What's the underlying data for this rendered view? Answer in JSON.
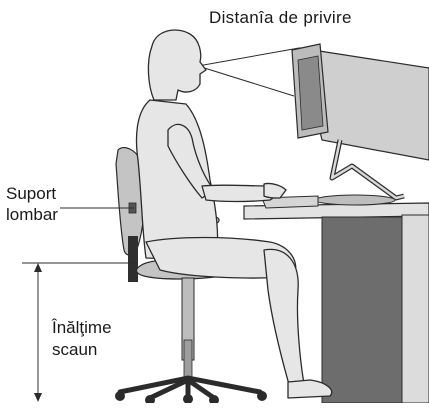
{
  "figure": {
    "labels": {
      "viewing_distance": "Distanîa de privire",
      "lumbar_support_line1": "Suport",
      "lumbar_support_line2": "lombar",
      "seat_height_line1": "Înălţime",
      "seat_height_line2": "scaun"
    },
    "colors": {
      "outline": "#2b2b2b",
      "figure_fill": "#e6e6e6",
      "chair_fill": "#bdbdbd",
      "desk_dark": "#6d6d6d",
      "desk_light": "#dcdcdc",
      "monitor_fill": "#c8c8c8",
      "monitor_dark": "#8a8a8a"
    }
  }
}
